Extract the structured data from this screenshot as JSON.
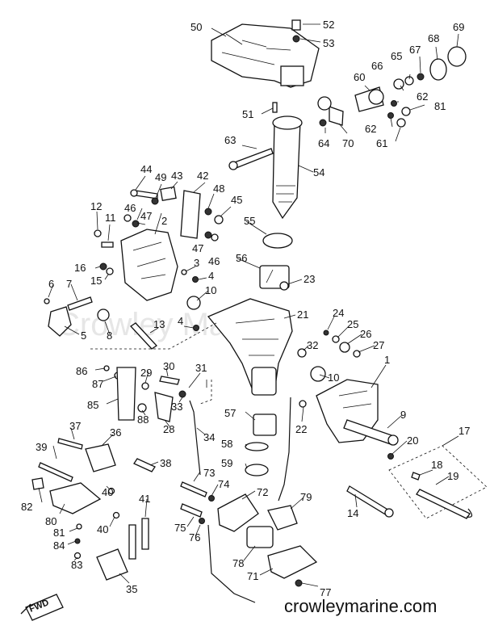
{
  "diagram": {
    "watermark": "Crowley Marine",
    "footer_url": "crowleymarine.com",
    "direction_label": "FWD",
    "callouts": {
      "p1": "1",
      "p2": "2",
      "p3": "3",
      "p4a": "4",
      "p4b": "4",
      "p5": "5",
      "p6": "6",
      "p7": "7",
      "p8": "8",
      "p9": "9",
      "p10a": "10",
      "p10b": "10",
      "p11": "11",
      "p12": "12",
      "p13": "13",
      "p14": "14",
      "p15": "15",
      "p16": "16",
      "p17": "17",
      "p18": "18",
      "p19": "19",
      "p20": "20",
      "p21": "21",
      "p22": "22",
      "p23": "23",
      "p24": "24",
      "p25": "25",
      "p26": "26",
      "p27": "27",
      "p28": "28",
      "p29": "29",
      "p30": "30",
      "p31": "31",
      "p32": "32",
      "p33": "33",
      "p34": "34",
      "p35": "35",
      "p36": "36",
      "p37": "37",
      "p38": "38",
      "p39": "39",
      "p40a": "40",
      "p40b": "40",
      "p41": "41",
      "p42": "42",
      "p43": "43",
      "p44": "44",
      "p45": "45",
      "p46a": "46",
      "p46b": "46",
      "p47a": "47",
      "p47b": "47",
      "p48": "48",
      "p49": "49",
      "p50": "50",
      "p51": "51",
      "p52": "52",
      "p53": "53",
      "p54": "54",
      "p55": "55",
      "p56": "56",
      "p57": "57",
      "p58": "58",
      "p59": "59",
      "p60": "60",
      "p61": "61",
      "p62a": "62",
      "p62b": "62",
      "p63": "63",
      "p64": "64",
      "p65": "65",
      "p66": "66",
      "p67": "67",
      "p68": "68",
      "p69": "69",
      "p70": "70",
      "p71": "71",
      "p72": "72",
      "p73": "73",
      "p74": "74",
      "p75": "75",
      "p76": "76",
      "p77": "77",
      "p78": "78",
      "p79": "79",
      "p80": "80",
      "p81": "81",
      "p82": "82",
      "p83": "83",
      "p84": "84",
      "p85": "85",
      "p86": "86",
      "p87": "87",
      "p88": "88"
    }
  }
}
